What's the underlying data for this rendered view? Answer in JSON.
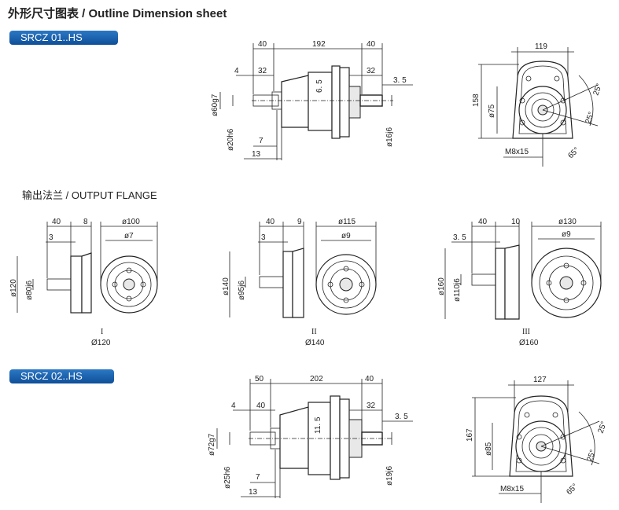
{
  "header": {
    "title": "外形尺寸图表 / Outline Dimension sheet"
  },
  "model1": {
    "badge": "SRCZ 01..HS",
    "side": {
      "d40a": "40",
      "d192": "192",
      "d40b": "40",
      "d4": "4",
      "d32a": "32",
      "d32b": "32",
      "d3_5": "3. 5",
      "d6_5": "6. 5",
      "d60": "ø60g7",
      "d20": "ø20h6",
      "d16": "ø16j6",
      "d7": "7",
      "d13": "13"
    },
    "front": {
      "d119": "119",
      "d158": "158",
      "d75": "ø75",
      "m8": "M8x15",
      "a25a": "25°",
      "a25b": "25°",
      "a65": "65°"
    }
  },
  "flange": {
    "title": "输出法兰 / OUTPUT  FLANGE",
    "f1": {
      "d40": "40",
      "d8": "8",
      "d3": "3",
      "d100": "ø100",
      "d7": "ø7",
      "d120v": "ø120",
      "d80": "ø80j6",
      "roman": "I",
      "dia": "Ø120"
    },
    "f2": {
      "d40": "40",
      "d9": "9",
      "d3": "3",
      "d115": "ø115",
      "d9b": "ø9",
      "d140v": "ø140",
      "d95": "ø95j6",
      "roman": "II",
      "dia": "Ø140"
    },
    "f3": {
      "d40": "40",
      "d10": "10",
      "d3_5": "3. 5",
      "d130": "ø130",
      "d9": "ø9",
      "d160v": "ø160",
      "d110": "ø110j6",
      "roman": "III",
      "dia": "Ø160"
    }
  },
  "model2": {
    "badge": "SRCZ 02..HS",
    "side": {
      "d50": "50",
      "d202": "202",
      "d40a": "40",
      "d4": "4",
      "d40b": "40",
      "d32": "32",
      "d3_5": "3. 5",
      "d11_5": "11. 5",
      "d72": "ø72g7",
      "d25": "ø25h6",
      "d19": "ø19j6",
      "d7": "7",
      "d13": "13"
    },
    "front": {
      "d127": "127",
      "d167": "167",
      "d85": "ø85",
      "m8": "M8x15",
      "a25a": "25°",
      "a25b": "25°",
      "a65": "65°"
    }
  }
}
